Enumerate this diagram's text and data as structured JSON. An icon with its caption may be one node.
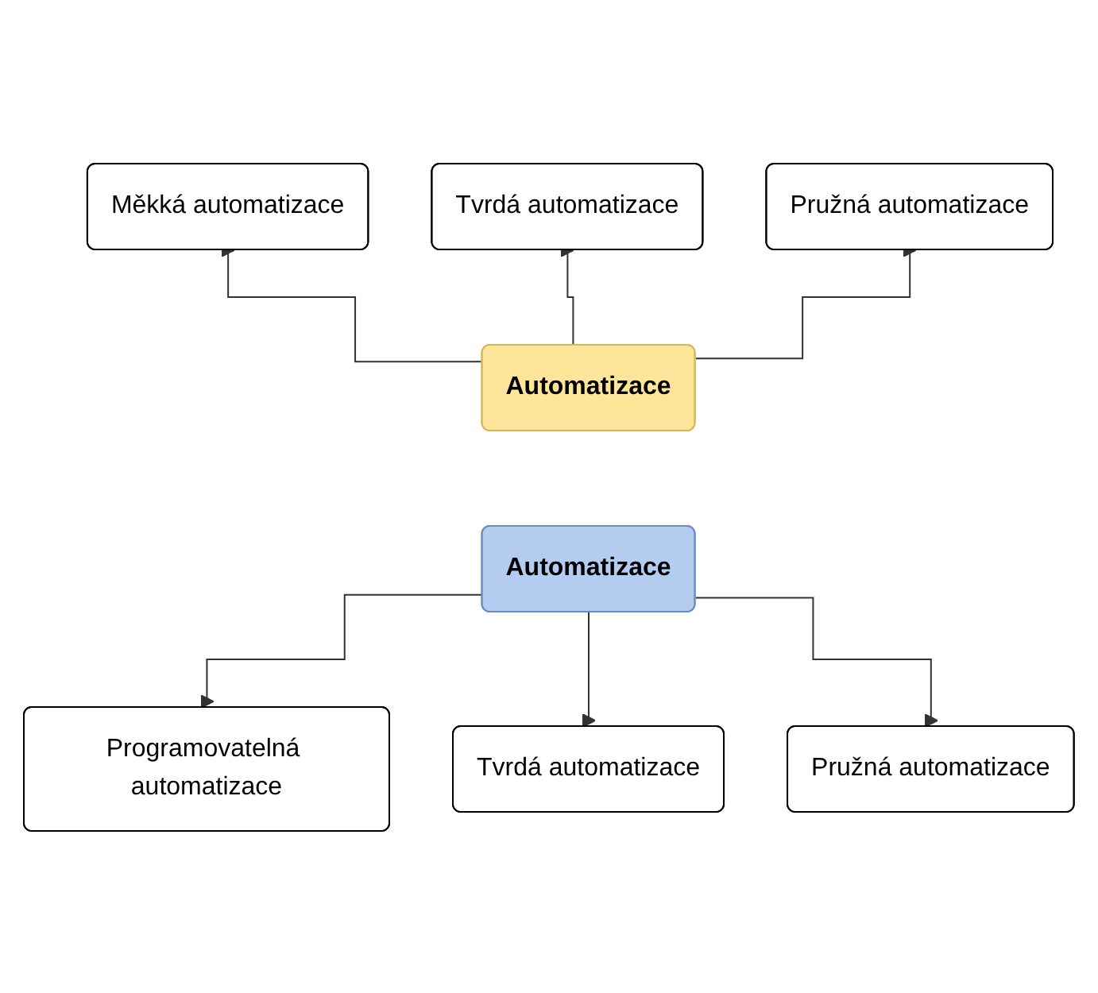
{
  "diagram": {
    "nodes": [
      {
        "text": [
          "Měkká automatizace"
        ]
      },
      {
        "text": [
          "Tvrdá automatizace"
        ]
      },
      {
        "text": [
          "Pružná automatizace"
        ]
      },
      {
        "text": [
          "Automatizace"
        ]
      },
      {
        "text": [
          "Automatizace"
        ]
      },
      {
        "text": [
          "Programovatelná automatizace"
        ]
      },
      {
        "text": [
          "Tvrdá automatizace"
        ]
      },
      {
        "text": [
          "Pružná automatizace"
        ]
      }
    ],
    "edges": [
      {
        "from": 3,
        "to": 0,
        "arrow": "to"
      },
      {
        "from": 3,
        "to": 1,
        "arrow": "to"
      },
      {
        "from": 3,
        "to": 2,
        "arrow": "to"
      },
      {
        "from": 4,
        "to": 5,
        "arrow": "to"
      },
      {
        "from": 4,
        "to": 6,
        "arrow": "to"
      },
      {
        "from": 4,
        "to": 7,
        "arrow": "to"
      }
    ]
  }
}
